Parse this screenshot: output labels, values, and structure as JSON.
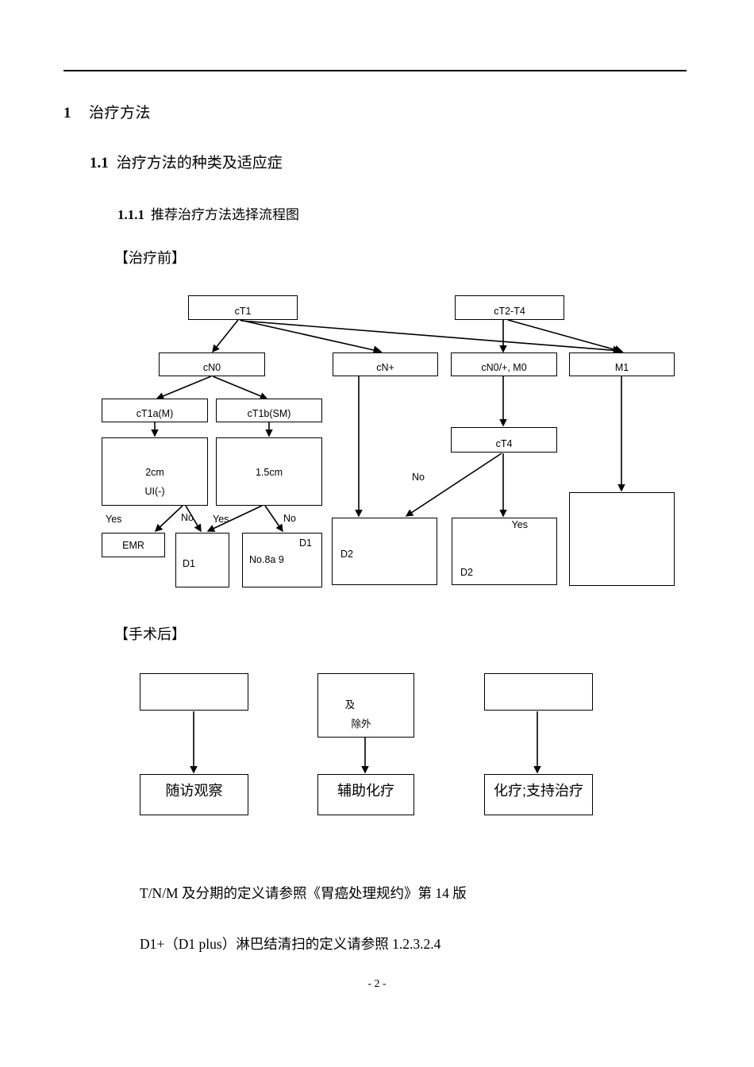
{
  "document": {
    "page_number": "- 2 -",
    "headings": {
      "h1_number": "1",
      "h1_text": "治疗方法",
      "h2_number": "1.1",
      "h2_text": "治疗方法的种类及适应症",
      "h3_number": "1.1.1",
      "h3_text": "推荐治疗方法选择流程图"
    },
    "section_labels": {
      "pre_treatment": "【治疗前】",
      "post_surgery": "【手术后】"
    },
    "notes": [
      "T/N/M 及分期的定义请参照《胃癌处理规约》第 14 版",
      "D1+（D1 plus）淋巴结清扫的定义请参照 1.2.3.2.4"
    ]
  },
  "chart_data": {
    "type": "diagram",
    "title": "推荐治疗方法选择流程图",
    "diagrams": [
      {
        "name": "pre_treatment_flowchart",
        "label": "【治疗前】",
        "nodes": [
          {
            "id": "cT1",
            "label": "cT1",
            "lines": [
              "cT1"
            ]
          },
          {
            "id": "cT2T4",
            "label": "cT2-T4",
            "lines": [
              "cT2-T4"
            ]
          },
          {
            "id": "cN0",
            "label": "cN0",
            "lines": [
              "cN0"
            ]
          },
          {
            "id": "cNplus",
            "label": "cN+",
            "lines": [
              "cN+"
            ]
          },
          {
            "id": "cN0M0",
            "label": "cN0/+, M0",
            "lines": [
              "cN0/+, M0"
            ]
          },
          {
            "id": "M1",
            "label": "M1",
            "lines": [
              "M1"
            ]
          },
          {
            "id": "cT1a",
            "label": "cT1a(M)",
            "lines": [
              "cT1a(M)"
            ]
          },
          {
            "id": "cT1b",
            "label": "cT1b(SM)",
            "lines": [
              "cT1b(SM)"
            ]
          },
          {
            "id": "crit1",
            "label": "2cm UI(-)",
            "lines": [
              "2cm",
              "UI(-)"
            ]
          },
          {
            "id": "crit2",
            "label": "1.5cm",
            "lines": [
              "1.5cm"
            ]
          },
          {
            "id": "emr",
            "label": "EMR",
            "lines": [
              "EMR"
            ]
          },
          {
            "id": "d1",
            "label": "D1",
            "lines": [
              "D1"
            ]
          },
          {
            "id": "d1no8a",
            "label": "D1 No.8a 9",
            "lines": [
              "D1",
              "No.8a  9"
            ]
          },
          {
            "id": "cT4",
            "label": "cT4",
            "lines": [
              "cT4"
            ]
          },
          {
            "id": "d2left",
            "label": "D2",
            "lines": [
              "D2"
            ]
          },
          {
            "id": "d2yes",
            "label": "Yes D2",
            "lines": [
              "Yes",
              "D2"
            ]
          },
          {
            "id": "m1box",
            "label": "",
            "lines": []
          }
        ],
        "edge_labels": [
          "Yes",
          "No",
          "Yes",
          "No",
          "No",
          "Yes"
        ],
        "edges": [
          {
            "from": "cT1",
            "to": "cN0"
          },
          {
            "from": "cT1",
            "to": "cNplus"
          },
          {
            "from": "cT1",
            "to": "M1"
          },
          {
            "from": "cT2T4",
            "to": "cN0M0"
          },
          {
            "from": "cT2T4",
            "to": "M1"
          },
          {
            "from": "cN0",
            "to": "cT1a"
          },
          {
            "from": "cN0",
            "to": "cT1b"
          },
          {
            "from": "cT1a",
            "to": "crit1"
          },
          {
            "from": "cT1b",
            "to": "crit2"
          },
          {
            "from": "crit1",
            "to": "emr",
            "label": "Yes"
          },
          {
            "from": "crit1",
            "to": "d1",
            "label": "No"
          },
          {
            "from": "crit2",
            "to": "d1",
            "label": "Yes"
          },
          {
            "from": "crit2",
            "to": "d1no8a",
            "label": "No"
          },
          {
            "from": "cNplus",
            "to": "d2left"
          },
          {
            "from": "cN0M0",
            "to": "cT4"
          },
          {
            "from": "cT4",
            "to": "d2left",
            "label": "No"
          },
          {
            "from": "cT4",
            "to": "d2yes",
            "label": "Yes"
          },
          {
            "from": "M1",
            "to": "m1box"
          }
        ]
      },
      {
        "name": "post_surgery_flowchart",
        "label": "【手术后】",
        "nodes": [
          {
            "id": "post1top",
            "label": "",
            "lines": []
          },
          {
            "id": "post2top",
            "label": "及 除外",
            "lines": [
              "及",
              "除外"
            ]
          },
          {
            "id": "post3top",
            "label": "",
            "lines": []
          },
          {
            "id": "post1bot",
            "label": "随访观察",
            "lines": [
              "随访观察"
            ]
          },
          {
            "id": "post2bot",
            "label": "辅助化疗",
            "lines": [
              "辅助化疗"
            ]
          },
          {
            "id": "post3bot",
            "label": "化疗；支持治疗",
            "lines": [
              "化疗;支持治疗"
            ]
          }
        ],
        "edges": [
          {
            "from": "post1top",
            "to": "post1bot"
          },
          {
            "from": "post2top",
            "to": "post2bot"
          },
          {
            "from": "post3top",
            "to": "post3bot"
          }
        ]
      }
    ]
  },
  "nodes": {
    "cT1": "cT1",
    "cT2T4": "cT2-T4",
    "cN0": "cN0",
    "cNplus": "cN+",
    "cN0M0": "cN0/+, M0",
    "M1": "M1",
    "cT1a": "cT1a(M)",
    "cT1b": "cT1b(SM)",
    "crit1_line1": "2cm",
    "crit1_line2": "UI(-)",
    "crit2_line1": "1.5cm",
    "emr": "EMR",
    "d1": "D1",
    "d1no8a_line1": "D1",
    "d1no8a_line2": "No.8a  9",
    "cT4": "cT4",
    "d2left": "D2",
    "d2yes_line1": "Yes",
    "d2yes_line2": "D2",
    "post1bot": "随访观察",
    "post2top_line1": "及",
    "post2top_line2": "除外",
    "post2bot": "辅助化疗",
    "post3bot": "化疗;支持治疗"
  },
  "edge_labels": {
    "yes_1": "Yes",
    "no_1": "No",
    "yes_2": "Yes",
    "no_2": "No",
    "no_ct4": "No"
  }
}
